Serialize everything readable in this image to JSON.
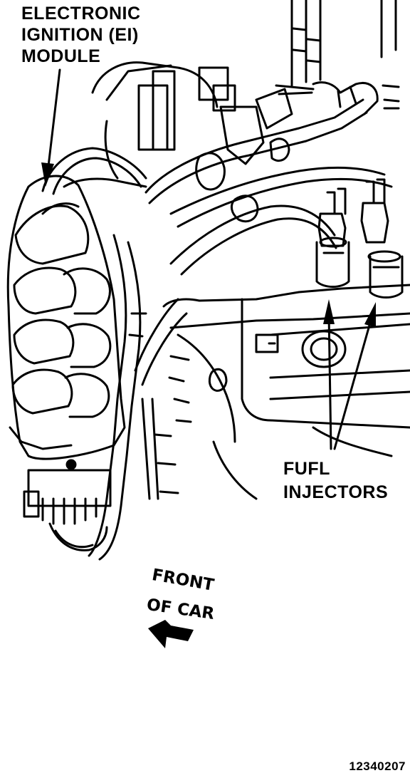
{
  "labels": {
    "ei_module": [
      "ELECTRONIC",
      "IGNITION (EI)",
      "MODULE"
    ],
    "fuel_injectors": [
      "FUFL",
      "INJECTORS"
    ],
    "front_of_car": [
      "FRONT",
      "OF CAR"
    ],
    "figure_number": "12340207"
  },
  "colors": {
    "ink": "#000000",
    "paper": "#ffffff"
  }
}
